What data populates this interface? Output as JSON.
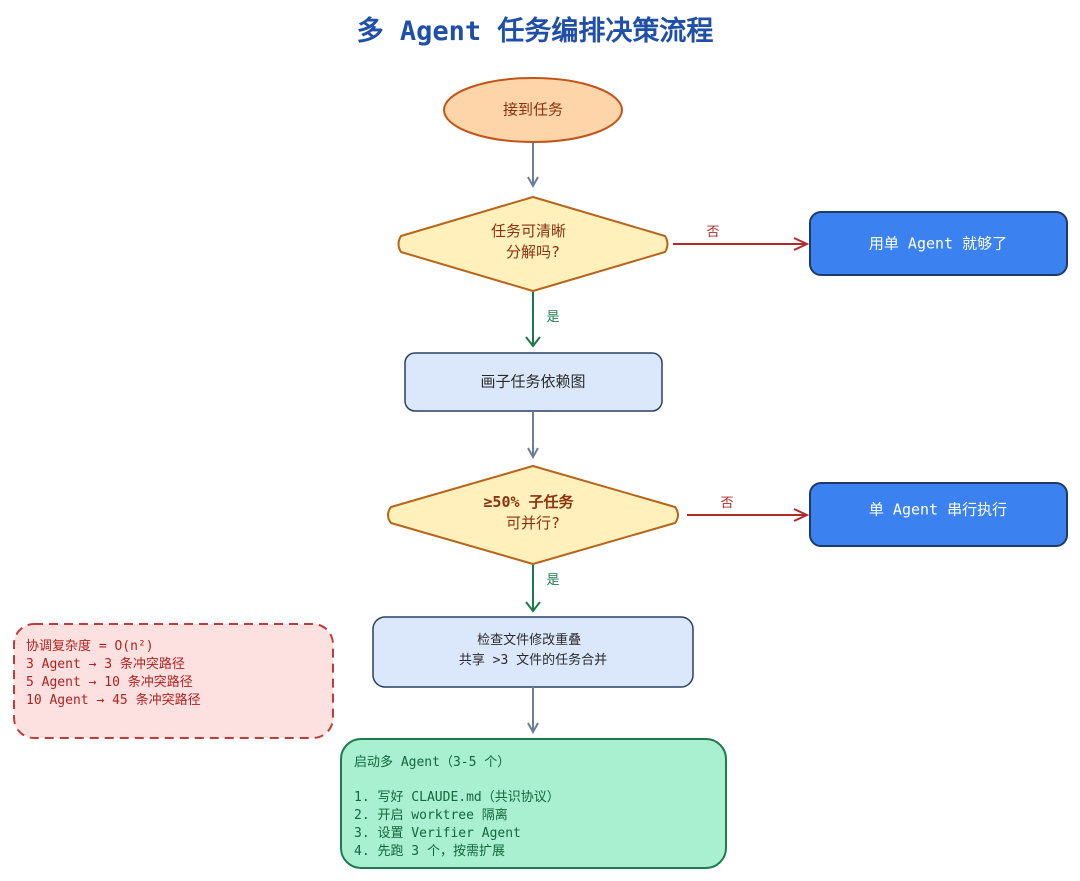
{
  "title": "多 Agent 任务编排决策流程",
  "nodes": {
    "start": "接到任务",
    "decision1": [
      "任务可清晰",
      "分解吗?"
    ],
    "single_agent": "用单 Agent 就够了",
    "draw_graph": "画子任务依赖图",
    "decision2": [
      "≥50% 子任务",
      "可并行?"
    ],
    "serial_agent": "单 Agent 串行执行",
    "check_overlap": [
      "检查文件修改重叠",
      "共享 >3 文件的任务合并"
    ],
    "launch": {
      "heading": "启动多 Agent（3-5 个）",
      "steps": [
        "1. 写好 CLAUDE.md（共识协议）",
        "2. 开启 worktree 隔离",
        "3. 设置 Verifier Agent",
        "4. 先跑 3 个，按需扩展"
      ]
    }
  },
  "note": [
    "协调复杂度 = O(n²)",
    "3 Agent → 3 条冲突路径",
    "5 Agent → 10 条冲突路径",
    "10 Agent → 45 条冲突路径"
  ],
  "edge_labels": {
    "no": "否",
    "yes": "是"
  },
  "colors": {
    "title": "#1f4fa8",
    "start_fill": "#fdd5a8",
    "start_stroke": "#c2541b",
    "diamond_fill": "#fff0bc",
    "diamond_stroke": "#b8641a",
    "blue_fill": "#3b82f0",
    "blue_stroke": "#1e3a66",
    "process_fill": "#dbe8fb",
    "process_stroke": "#2b3f66",
    "green_fill": "#a8f0cf",
    "green_stroke": "#1f7a4d",
    "note_fill": "#fde0e0",
    "note_stroke": "#c43a3a",
    "arrow_gray": "#6d7d99",
    "arrow_red": "#b02a2a",
    "arrow_green": "#1a7a4c"
  }
}
